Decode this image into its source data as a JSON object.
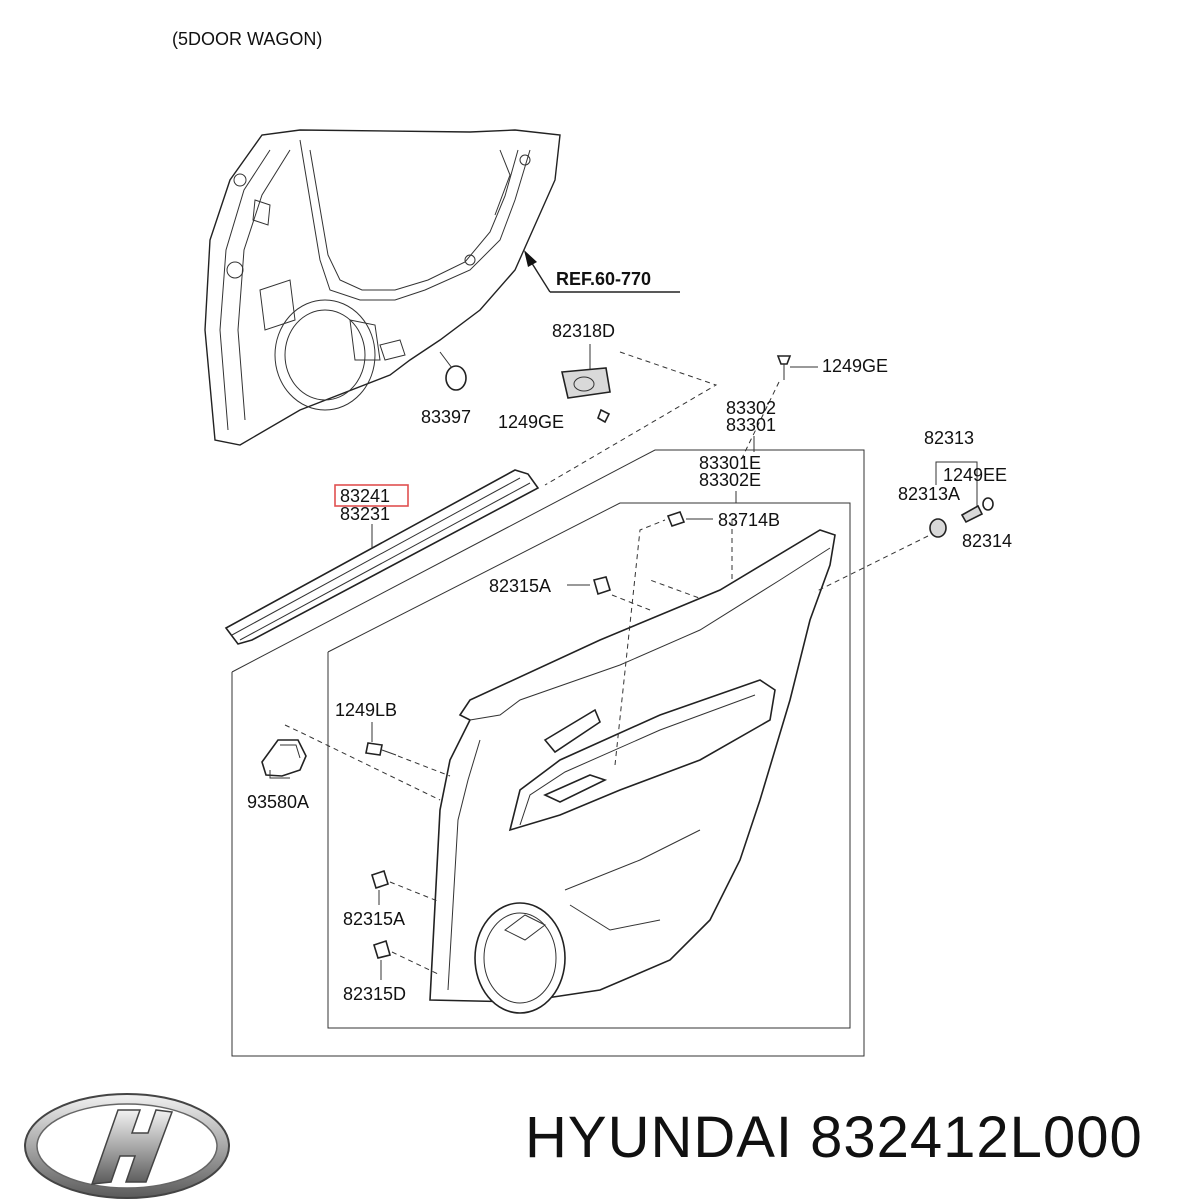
{
  "header": {
    "subtitle": "(5DOOR WAGON)"
  },
  "reference": {
    "label": "REF.60-770"
  },
  "callouts": {
    "p83397": "83397",
    "p82318D": "82318D",
    "p1249GE_top": "1249GE",
    "p1249GE_bottom": "1249GE",
    "p83302": "83302",
    "p83301": "83301",
    "p83301E": "83301E",
    "p83302E": "83302E",
    "p83241": "83241",
    "p83231": "83231",
    "p83714B": "83714B",
    "p82313": "82313",
    "p1249EE": "1249EE",
    "p82313A": "82313A",
    "p82314": "82314",
    "p82315A_top": "82315A",
    "p1249LB": "1249LB",
    "p93580A": "93580A",
    "p82315A_mid": "82315A",
    "p82315D": "82315D"
  },
  "highlight": {
    "part_number": "83241",
    "color": "#e05050"
  },
  "footer": {
    "title": "HYUNDAI 832412L000",
    "logo": "hyundai-logo"
  }
}
